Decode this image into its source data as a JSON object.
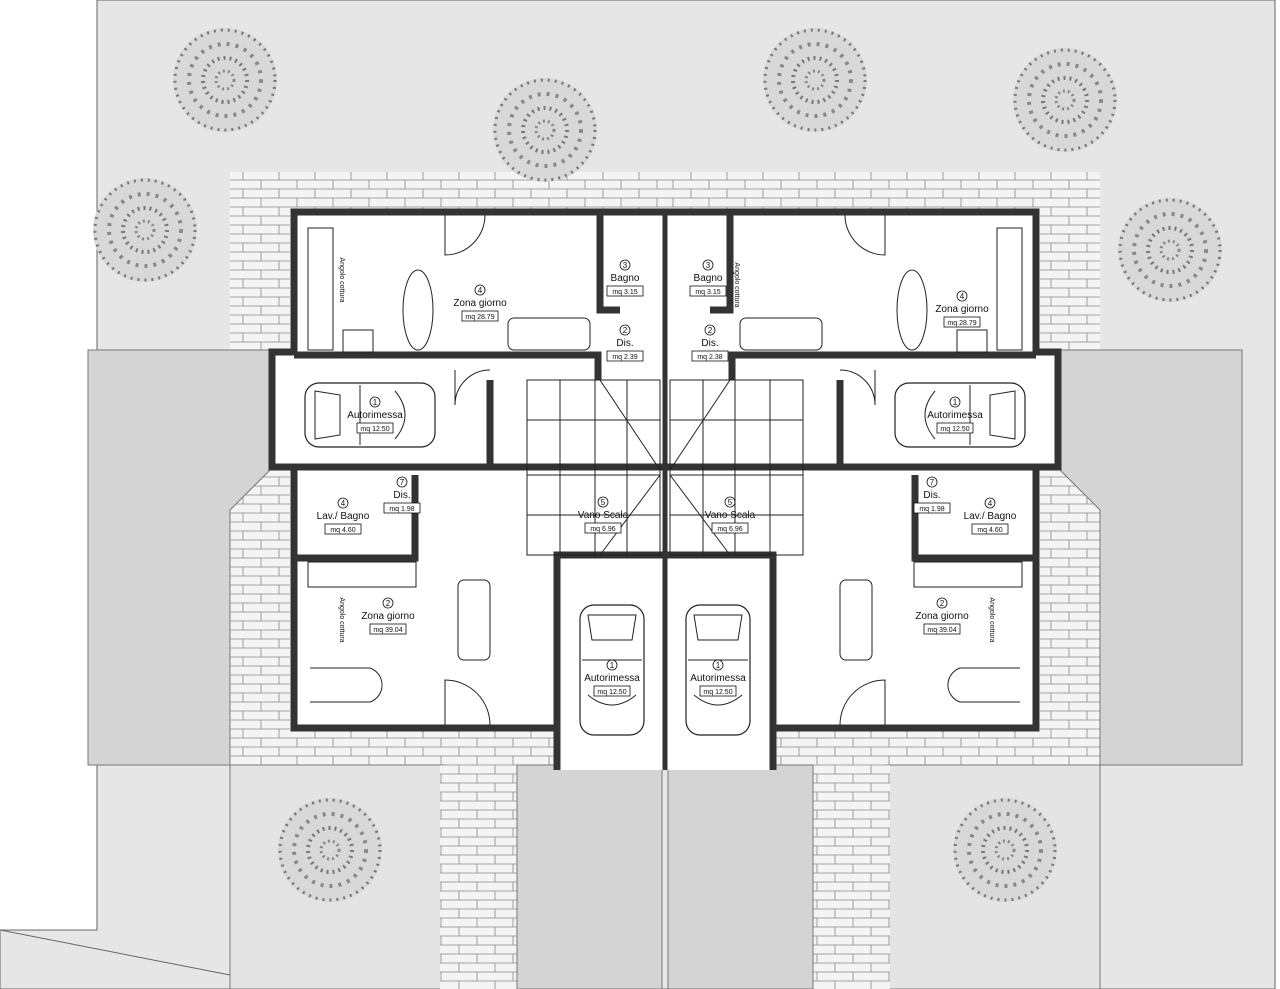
{
  "colors": {
    "lawn": "#e6e6e6",
    "driveway": "#d4d4d4",
    "paving": "#f2f2f2",
    "wall": "#333333",
    "tree": "#8a8a8a"
  },
  "rooms": [
    {
      "id": "ul_living",
      "num": "4",
      "name": "Zona giorno",
      "area": "mq 28.79"
    },
    {
      "id": "ul_bath",
      "num": "3",
      "name": "Bagno",
      "area": "mq 3.15"
    },
    {
      "id": "ul_dis",
      "num": "2",
      "name": "Dis.",
      "area": "mq 2.39"
    },
    {
      "id": "ul_garage",
      "num": "1",
      "name": "Autorimessa",
      "area": "mq 12.50"
    },
    {
      "id": "ll_lav",
      "num": "4",
      "name": "Lav./ Bagno",
      "area": "mq 4.60"
    },
    {
      "id": "ll_dis",
      "num": "7",
      "name": "Dis.",
      "area": "mq 1.98"
    },
    {
      "id": "ll_stair",
      "num": "5",
      "name": "Vano Scala",
      "area": "mq 6.96"
    },
    {
      "id": "ll_living",
      "num": "2",
      "name": "Zona giorno",
      "area": "mq 39.04"
    },
    {
      "id": "ll_garage",
      "num": "1",
      "name": "Autorimessa",
      "area": "mq 12.50"
    },
    {
      "id": "ur_living",
      "num": "4",
      "name": "Zona giorno",
      "area": "mq 28.79"
    },
    {
      "id": "ur_bath",
      "num": "3",
      "name": "Bagno",
      "area": "mq 3.15"
    },
    {
      "id": "ur_dis",
      "num": "2",
      "name": "Dis.",
      "area": "mq 2.38"
    },
    {
      "id": "ur_garage",
      "num": "1",
      "name": "Autorimessa",
      "area": "mq 12.50"
    },
    {
      "id": "lr_lav",
      "num": "4",
      "name": "Lav./ Bagno",
      "area": "mq 4.60"
    },
    {
      "id": "lr_dis",
      "num": "7",
      "name": "Dis.",
      "area": "mq 1.98"
    },
    {
      "id": "lr_stair",
      "num": "5",
      "name": "Vano Scala",
      "area": "mq 6.96"
    },
    {
      "id": "lr_living",
      "num": "2",
      "name": "Zona giorno",
      "area": "mq 39.04"
    },
    {
      "id": "lr_garage",
      "num": "1",
      "name": "Autorimessa",
      "area": "mq 12.50"
    }
  ],
  "kitchen_label": "Angolo cottura"
}
